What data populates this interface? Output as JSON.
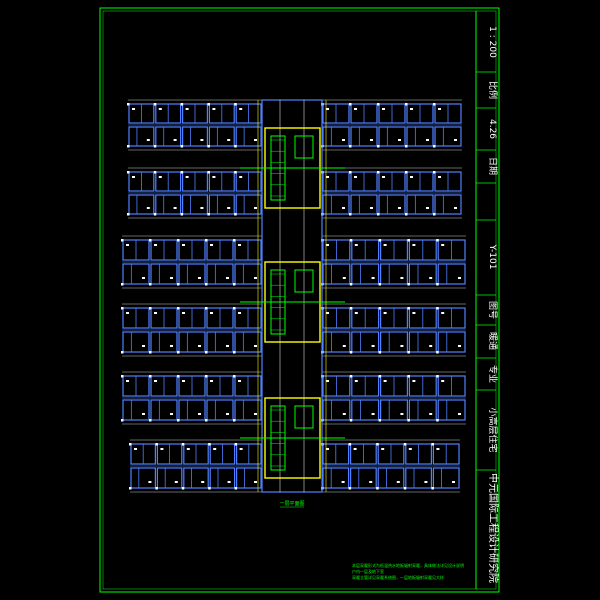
{
  "sheet": {
    "frame_color": "#00ff00",
    "background": "#000000",
    "wall_color": "#5080ff",
    "core_color": "#ffff00",
    "dim_color": "#ffffff",
    "stair_color": "#00ff00"
  },
  "title_block": {
    "institute": "中元国际工程设计研究院",
    "project": "小高层住宅",
    "field_profession_label": "专业",
    "field_profession_value": "暖通",
    "field_drawing_no_label": "图号",
    "field_drawing_no_value": "Y-101",
    "field_date_label": "日期",
    "field_date_value": "4.26",
    "field_scale_label": "比例",
    "field_scale_value": "1 : 200"
  },
  "drawing": {
    "plan_title": "一层平面图",
    "notes": [
      "本层采暖形式为低温热水地板辐射采暖，具体做法详见设计说明",
      "户内一层及地下室",
      "采暖立管详见采暖系统图，一层地板辐射采暖见大样"
    ]
  },
  "wings": [
    {
      "name": "wing-1",
      "units": 9
    },
    {
      "name": "wing-2",
      "units": 9
    },
    {
      "name": "wing-3",
      "units": 10
    },
    {
      "name": "wing-4",
      "units": 10
    },
    {
      "name": "wing-5",
      "units": 10
    },
    {
      "name": "wing-6",
      "units": 9
    }
  ]
}
